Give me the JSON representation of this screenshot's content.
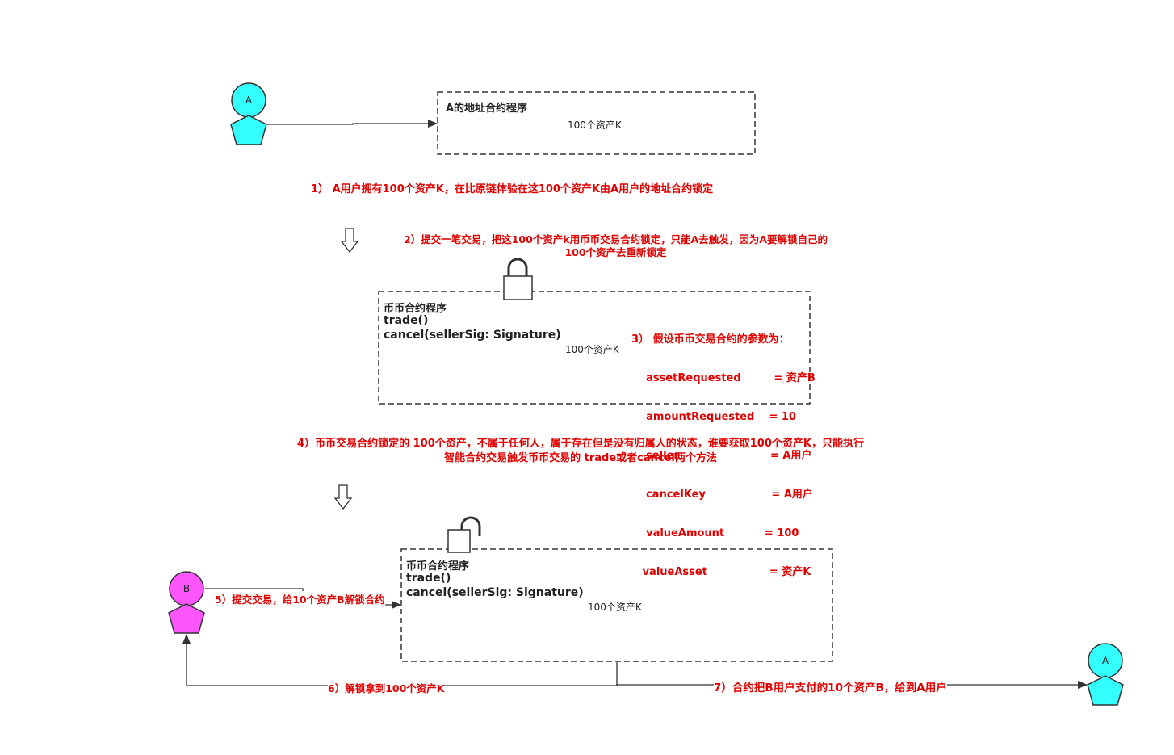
{
  "colors": {
    "red": "#e00000",
    "actor_a": "#33ffff",
    "actor_b": "#ff55ff",
    "line": "#333333"
  },
  "actors": {
    "a_top": "A",
    "b": "B",
    "a_bottom": "A"
  },
  "box1": {
    "title": "A的地址合约程序",
    "content": "100个资产K"
  },
  "box2": {
    "title": "币币合约程序",
    "method1": "trade()",
    "method2": "cancel(sellerSig: Signature)",
    "content": "100个资产K",
    "params": [
      "3） 假设币币交易合约的参数为：",
      "    assetRequested         = 资产B",
      "    amountRequested    = 10",
      "    seller                         = A用户",
      "    cancelKey                  = A用户",
      "    valueAmount           = 100",
      "   valueAsset                 = 资产K"
    ]
  },
  "box3": {
    "title": "币币合约程序",
    "method1": "trade()",
    "method2": "cancel(sellerSig: Signature)",
    "content": "100个资产K"
  },
  "steps": {
    "s1": "1） A用户拥有100个资产K，在比原链体验在这100个资产K由A用户的地址合约锁定",
    "s2_line1": "2）提交一笔交易，把这100个资产k用币币交易合约锁定，只能A去触发，因为A要解锁自己的",
    "s2_line2": "100个资产去重新锁定",
    "s4_line1": "4）币币交易合约锁定的 100个资产，不属于任何人，属于存在但是没有归属人的状态，谁要获取100个资产K，只能执行",
    "s4_line2": "智能合约交易触发币币交易的 trade或者cancel两个方法",
    "s5": "5）提交交易，给10个资产B解锁合约",
    "s6": "6）解锁拿到100个资产K",
    "s7": "7）合约把B用户支付的10个资产B，给到A用户"
  },
  "icons": [
    "lock-closed-icon",
    "lock-open-icon",
    "down-arrow-icon"
  ]
}
